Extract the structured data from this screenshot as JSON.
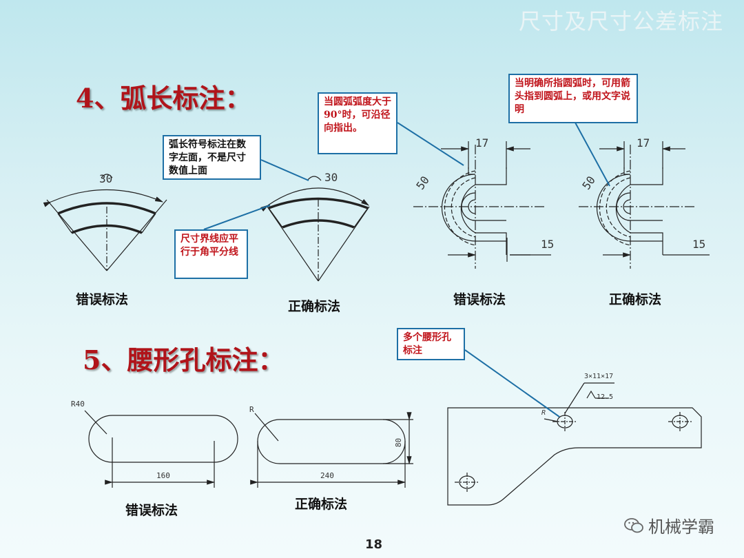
{
  "header": {
    "title": "尺寸及尺寸公差标注"
  },
  "sections": {
    "arc": {
      "title": "4、弧长标注："
    },
    "slot": {
      "title": "5、腰形孔标注："
    }
  },
  "callouts": {
    "arc_symbol": "弧长符号标注在数字左面，不是尺寸数值上面",
    "extension_line": "尺寸界线应平行于角平分线",
    "over_90": "当圆弧弧度大于90°时，可沿径向指出。",
    "specify_arc": "当明确所指圆弧时，可用箭头指到圆弧上，或用文字说明",
    "multi_slot": "多个腰形孔标注"
  },
  "captions": {
    "arc_wrong": "错误标法",
    "arc_right": "正确标法",
    "bend_wrong": "错误标法",
    "bend_right": "正确标法",
    "slot_wrong": "错误标法",
    "slot_right": "正确标法"
  },
  "dims": {
    "arc_wrong_value": "30",
    "arc_right_value": "30",
    "bend1_r": "50",
    "bend1_top": "17",
    "bend1_bottom": "15",
    "bend2_r": "50",
    "bend2_top": "17",
    "bend2_bottom": "15",
    "slot_wrong_r": "R40",
    "slot_wrong_len": "160",
    "slot_right_r": "R",
    "slot_right_len": "240",
    "slot_right_h": "80",
    "plate_count": "3×11×17",
    "plate_depth": "12.5",
    "plate_r": "R"
  },
  "footer": {
    "page": "18",
    "watermark": "机械学霸"
  }
}
